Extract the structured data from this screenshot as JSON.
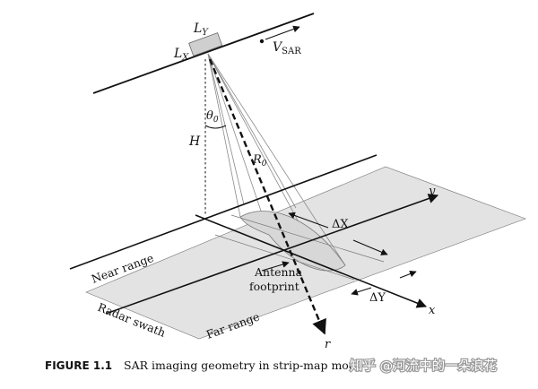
{
  "labels": {
    "ly": "L",
    "ly_sub": "Y",
    "lx": "L",
    "lx_sub": "X",
    "vsar": "V",
    "vsar_sub": "SAR",
    "theta": "θ",
    "theta_sub": "0",
    "height": "H",
    "range0": "R",
    "range0_sub": "0",
    "delta_x": "ΔX",
    "delta_y": "ΔY",
    "axis_y": "y",
    "axis_x": "x",
    "axis_r": "r",
    "near_range": "Near range",
    "far_range": "Far range",
    "radar_swath": "Radar swath",
    "antenna_line1": "Antenna",
    "antenna_line2": "footprint"
  },
  "caption": {
    "label": "FIGURE 1.1",
    "text": "SAR imaging geometry in strip-map mod"
  },
  "watermark": "知乎 @河流中的一朵浪花",
  "colors": {
    "ground_plane": "#e3e3e3",
    "footprint": "#d7d7d7",
    "platform": "#cfcfcf",
    "ink": "#111111",
    "beam": "#8a8a8a"
  }
}
